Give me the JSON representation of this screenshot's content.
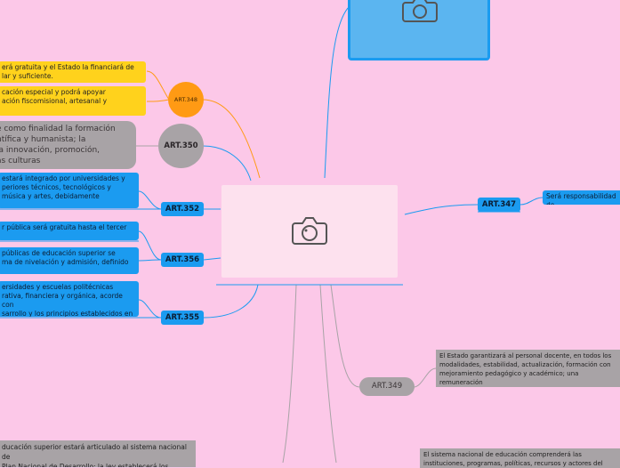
{
  "theme": {
    "background": "#fcc8e8",
    "blue": "#1b9bf0",
    "orange": "#ff9a14",
    "gray": "#a8a3a6",
    "yellow": "#ffd21c"
  },
  "central_topic": {
    "icon": "camera-icon"
  },
  "top_node": {
    "icon": "camera-icon"
  },
  "art348": {
    "label": "ART.348",
    "notes": [
      "erá gratuita y el Estado la financiará de\nlar y suficiente.",
      "cación especial y podrá apoyar\nación fiscomisional, artesanal y"
    ]
  },
  "art350": {
    "label": "ART.350",
    "note": "e como finalidad la formación\nntífica y humanista; la\nla innovación, promoción,\nas culturas"
  },
  "art352": {
    "label": "ART.352",
    "note": "estará integrado por universidades y\nperiores técnicos, tecnológicos y\nmúsica y artes, debidamente"
  },
  "art356": {
    "label": "ART.356",
    "notes": [
      "r pública será gratuita hasta el tercer",
      "públicas de educación superior se\nma de nivelación y admisión, definido"
    ]
  },
  "art355": {
    "label": "ART.355",
    "note": "ersidades y escuelas politécnicas\nrativa, financiera y orgánica, acorde con\nsarrollo y los principios establecidos en"
  },
  "art347": {
    "label": "ART.347",
    "note": "Será responsabilidad de"
  },
  "art349": {
    "label": "ART.349",
    "note": "El Estado garantizará al personal docente, en todos los\nmodalidades, estabilidad, actualización, formación con\nmejoramiento pedagógico y académico; una remuneración\nacuerdo a la profesionalización, desempeño y méritos"
  },
  "bottom_left_note": "ducación superior estará articulado al sistema nacional de\nPlan Nacional de Desarrollo; la ley establecerá los",
  "bottom_right_note": "El sistema nacional de educación comprenderá las\ninstituciones, programas, políticas, recursos y actores del"
}
